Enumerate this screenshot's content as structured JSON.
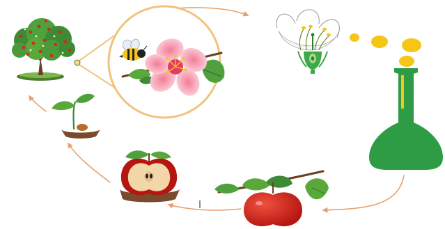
{
  "diagram": {
    "kind": "apple life cycle",
    "stages": [
      {
        "id": "mature-tree",
        "label": ""
      },
      {
        "id": "pollination",
        "label": ""
      },
      {
        "id": "flower-cross-section",
        "label": ""
      },
      {
        "id": "pollen-and-ovary",
        "label": ""
      },
      {
        "id": "apple-fruit",
        "label": ""
      },
      {
        "id": "cut-apple-seeds",
        "label": ""
      },
      {
        "id": "seedling",
        "label": ""
      }
    ],
    "colors": {
      "arrow": "#e8a06a",
      "blossom": "#f4a6b8",
      "ovary": "#2e9b45",
      "pollen": "#f5c518",
      "apple": "#d9261c",
      "leaf": "#5aa83a",
      "soil": "#7a4a2c",
      "zoom_ring": "#f2c27e"
    },
    "icons": [
      "apple-tree-icon",
      "bee-icon",
      "blossom-icon",
      "flower-section-icon",
      "pollen-icon",
      "ovary-icon",
      "apple-icon",
      "cut-apple-icon",
      "seedling-icon"
    ]
  }
}
